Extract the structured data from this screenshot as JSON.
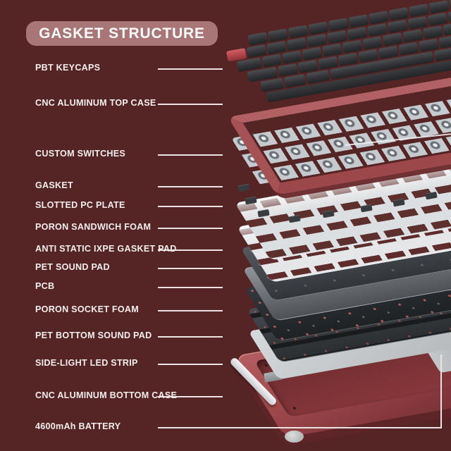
{
  "title": {
    "text": "GASKET STRUCTURE"
  },
  "colors": {
    "background": "#552424",
    "title_pill": "#a87676",
    "title_text": "#fdfbfb",
    "label_text": "#f3eeee",
    "pointer_line": "#ece4e4",
    "case_red": "#9c464a",
    "top_case_red": "#a65254",
    "keycap_dark": "#313336",
    "keycap_accent": "#b4444b",
    "switch_gray": "#c5cace",
    "plate_white": "#dcdfe1",
    "battery_gray": "#b0b4b7"
  },
  "labels": [
    {
      "id": "pbt-keycaps",
      "text": "PBT KEYCAPS"
    },
    {
      "id": "cnc-aluminum-top-case",
      "text": "CNC ALUMINUM TOP CASE"
    },
    {
      "id": "custom-switches",
      "text": "CUSTOM SWITCHES"
    },
    {
      "id": "gasket",
      "text": "GASKET"
    },
    {
      "id": "slotted-pc-plate",
      "text": "SLOTTED PC PLATE"
    },
    {
      "id": "poron-sandwich-foam",
      "text": "PORON SANDWICH FOAM"
    },
    {
      "id": "anti-static-ixpe-gasket-pad",
      "text": "ANTI STATIC IXPE GASKET PAD"
    },
    {
      "id": "pet-sound-pad",
      "text": "PET SOUND PAD"
    },
    {
      "id": "pcb",
      "text": "PCB"
    },
    {
      "id": "poron-socket-foam",
      "text": "PORON SOCKET FOAM"
    },
    {
      "id": "pet-bottom-sound-pad",
      "text": "PET BOTTOM SOUND PAD"
    },
    {
      "id": "side-light-led-strip",
      "text": "SIDE-LIGHT LED STRIP"
    },
    {
      "id": "cnc-aluminum-bottom-case",
      "text": "CNC ALUMINUM BOTTOM CASE"
    },
    {
      "id": "battery",
      "text": "4600mAh BATTERY"
    }
  ]
}
